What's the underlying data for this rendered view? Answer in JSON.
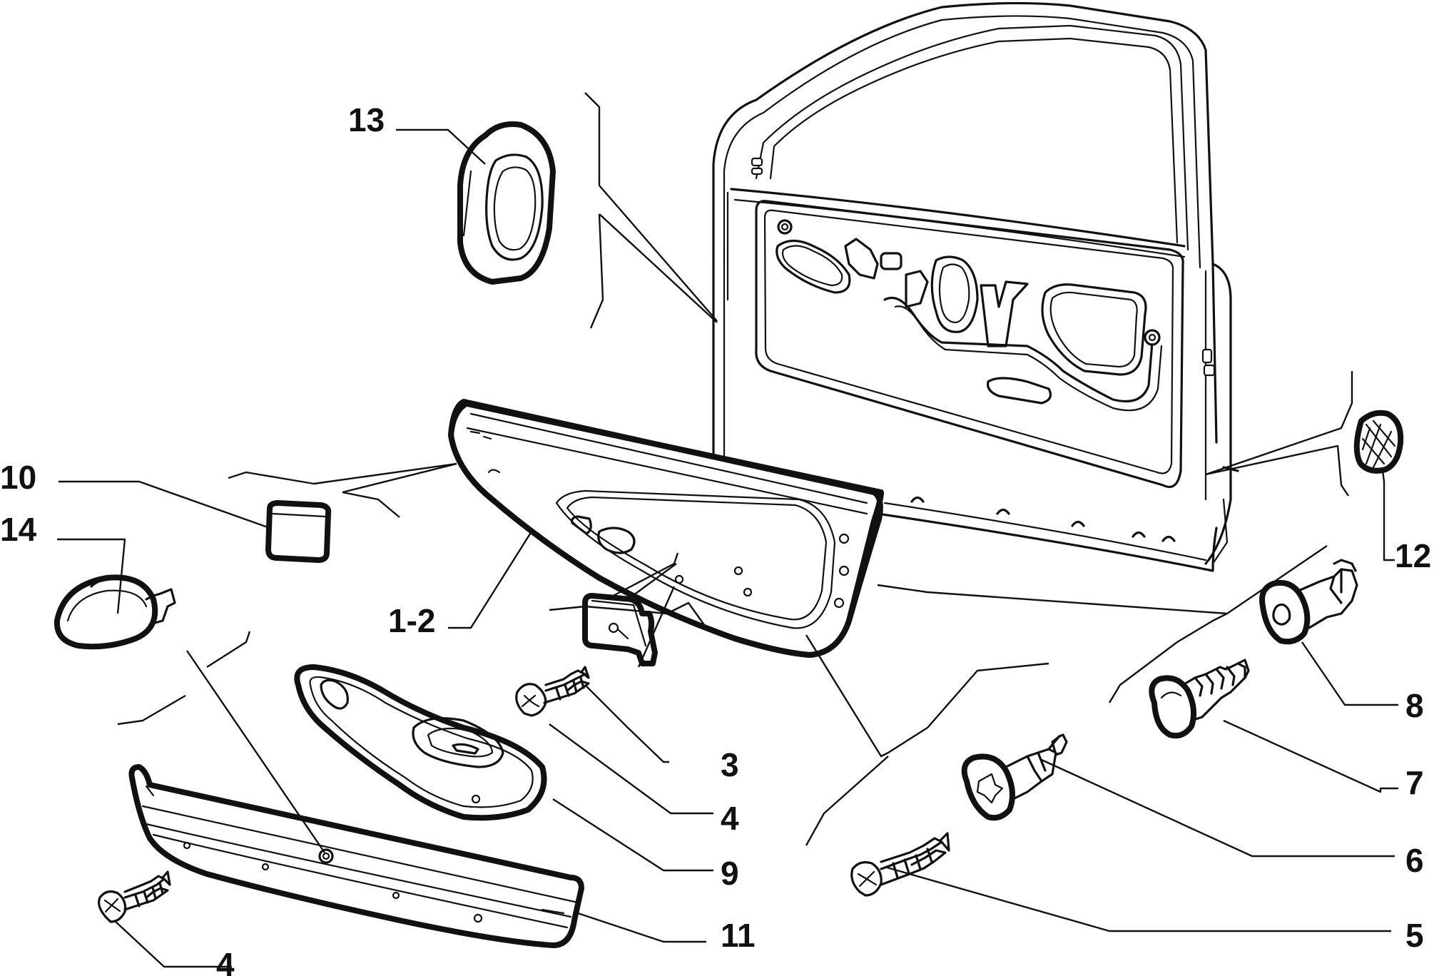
{
  "diagram": {
    "type": "exploded parts diagram",
    "callouts": {
      "c13": "13",
      "c10": "10",
      "c14": "14",
      "c1_2": "1-2",
      "c3": "3",
      "c4a": "4",
      "c9": "9",
      "c11": "11",
      "c4b": "4",
      "c5": "5",
      "c6": "6",
      "c7": "7",
      "c8": "8",
      "c12": "12"
    }
  }
}
